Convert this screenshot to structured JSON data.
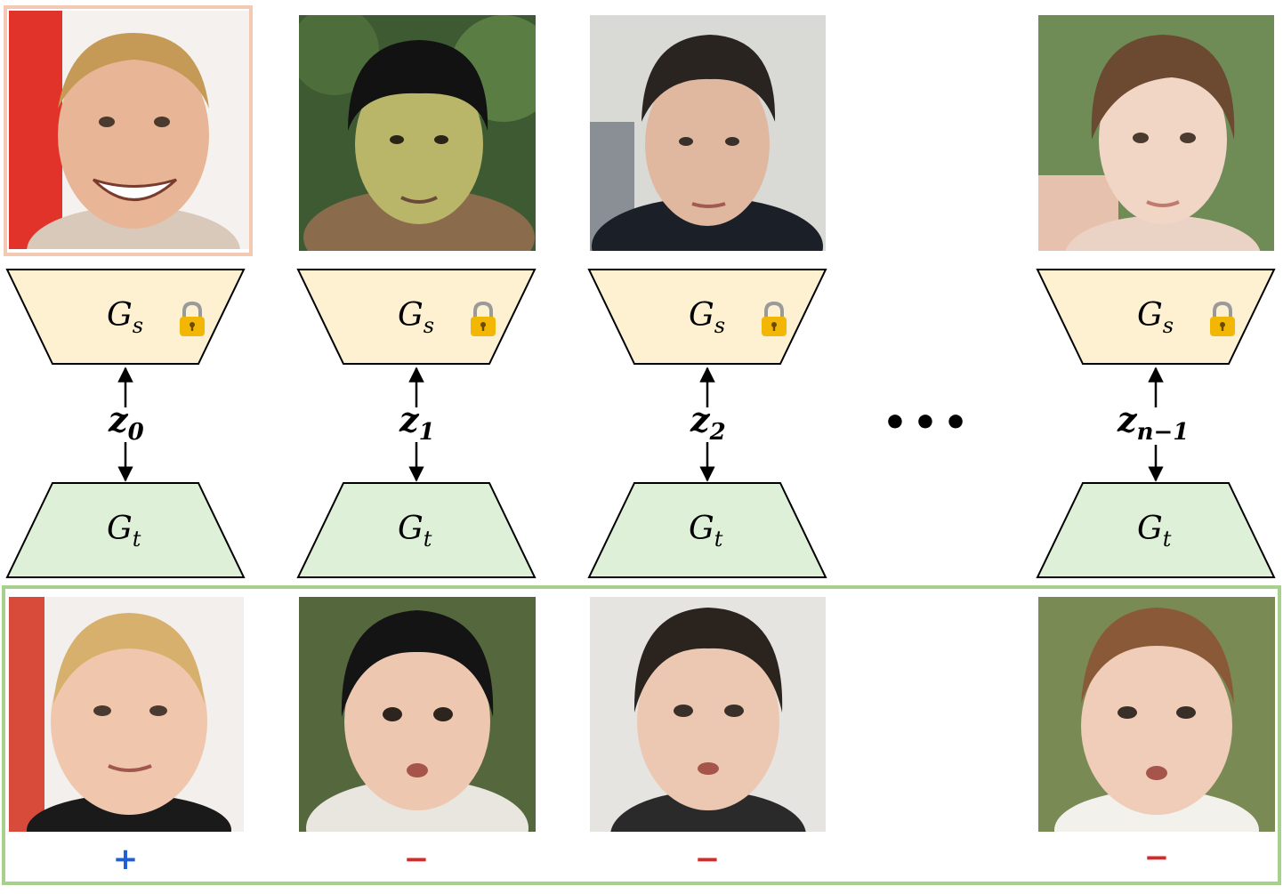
{
  "columns": [
    {
      "id": "0",
      "generator_source": "G",
      "generator_source_sub": "s",
      "latent": "z",
      "latent_sub": "0",
      "generator_target": "G",
      "generator_target_sub": "t",
      "sign": "+",
      "highlighted": true
    },
    {
      "id": "1",
      "generator_source": "G",
      "generator_source_sub": "s",
      "latent": "z",
      "latent_sub": "1",
      "generator_target": "G",
      "generator_target_sub": "t",
      "sign": "−",
      "highlighted": false
    },
    {
      "id": "2",
      "generator_source": "G",
      "generator_source_sub": "s",
      "latent": "z",
      "latent_sub": "2",
      "generator_target": "G",
      "generator_target_sub": "t",
      "sign": "−",
      "highlighted": false
    },
    {
      "id": "n-1",
      "generator_source": "G",
      "generator_source_sub": "s",
      "latent": "z",
      "latent_sub": "n−1",
      "generator_target": "G",
      "generator_target_sub": "t",
      "sign": "−",
      "highlighted": false
    }
  ],
  "ellipsis": "•••",
  "colors": {
    "source_generator_fill": "#fdf1d2",
    "target_generator_fill": "#dff0d8",
    "anchor_frame": "#f3c9b3",
    "target_group_frame": "#a8d08d",
    "positive_sign": "#1f5fd6",
    "negative_sign": "#d62a2a",
    "lock_icon": "#f2b705"
  },
  "icons": [
    "lock-icon"
  ]
}
